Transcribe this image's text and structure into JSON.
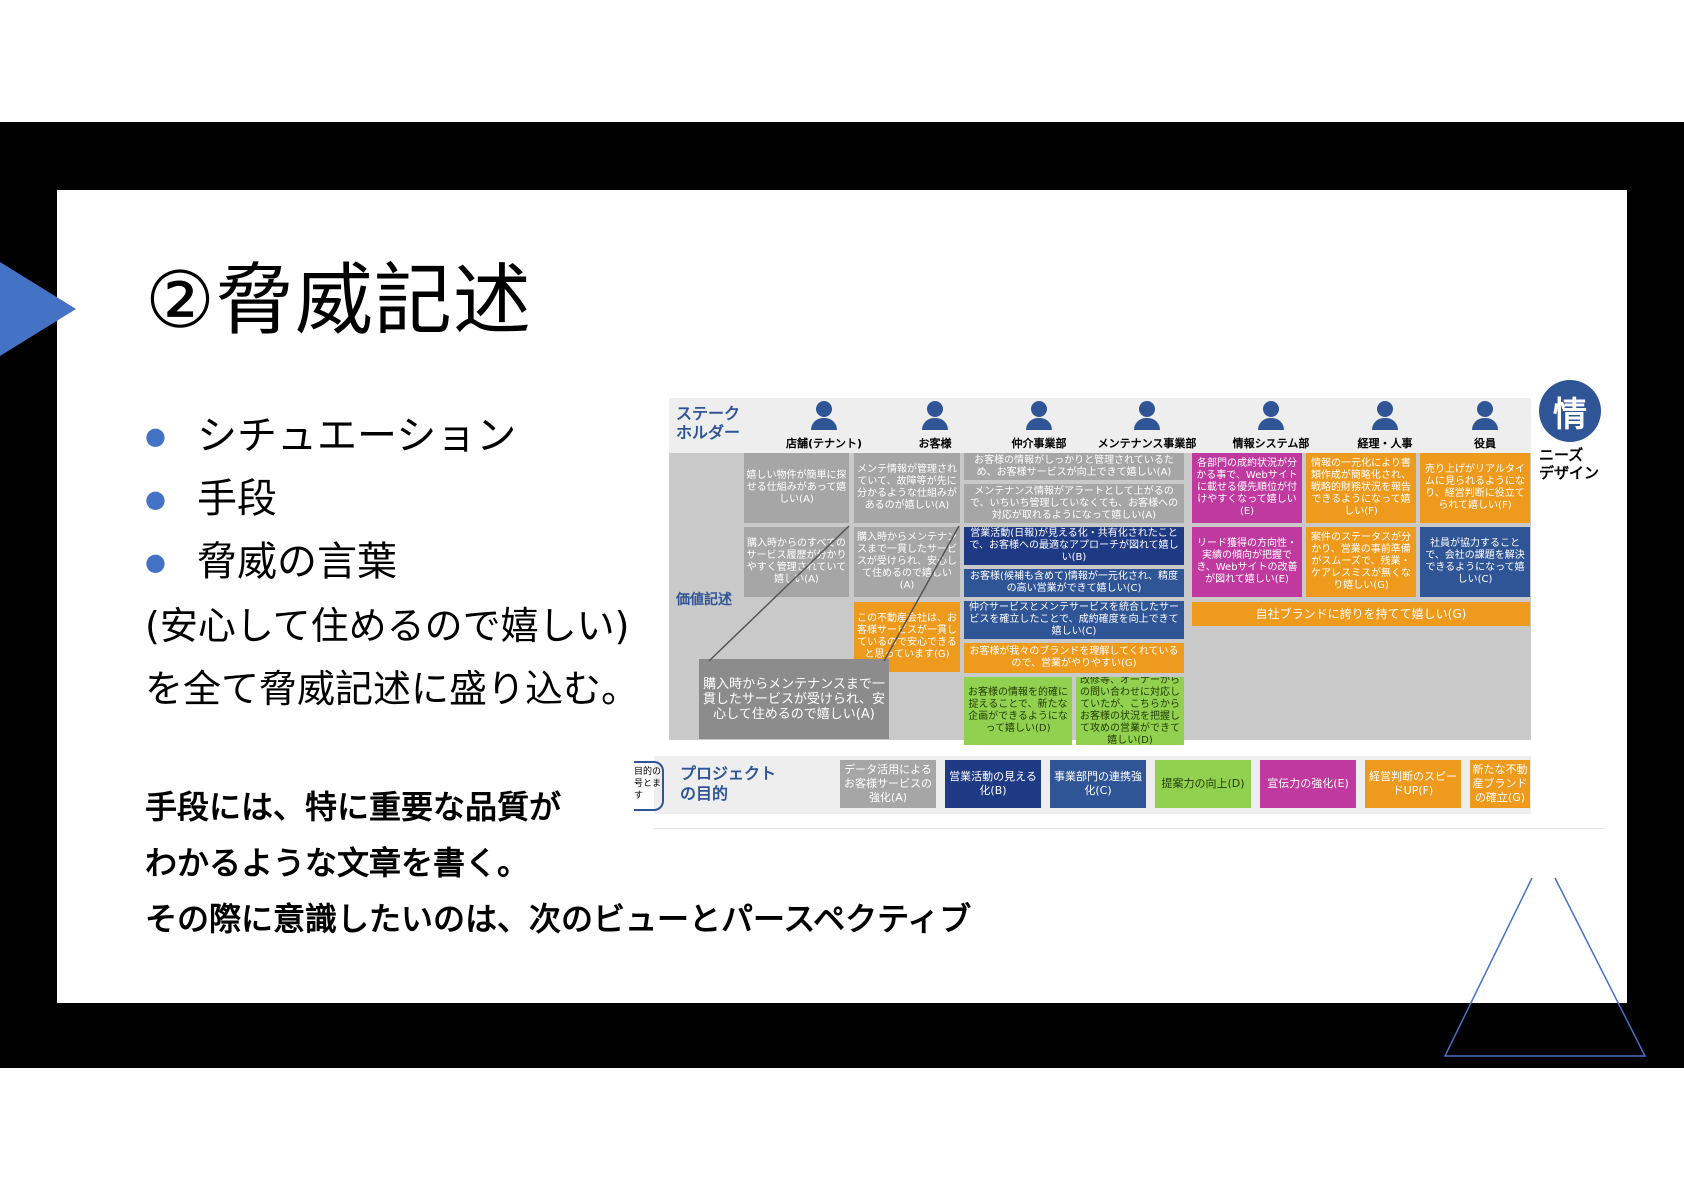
{
  "slide": {
    "title": "②脅威記述",
    "bullets": [
      "シチュエーション",
      "手段",
      "脅威の言葉"
    ],
    "line1": "(安心して住めるので嬉しい)",
    "line2": "を全て脅威記述に盛り込む。",
    "bold1": "手段には、特に重要な品質が",
    "bold2": "わかるような文章を書く。",
    "bold3": "その際に意識したいのは、次のビューとパースペクティブ"
  },
  "figure": {
    "stakeholder_label": "ステーク\nホルダー",
    "value_label": "価値記述",
    "stakeholders": [
      "店舗(テナント)",
      "お客様",
      "仲介事業部",
      "メンテナンス事業部",
      "情報システム部",
      "経理・人事",
      "役員"
    ],
    "cells": {
      "c1": "嬉しい物件が簡単に探せる仕組みがあって嬉しい(A)",
      "c2": "購入時からのすべてのサービス履歴が分かりやすく管理されていて嬉しい(A)",
      "c3": "メンテ情報が管理されていて、故障等が先に分かるような仕組みがあるのが嬉しい(A)",
      "c4": "購入時からメンテナンスまで一貫したサービスが受けられ、安心して住めるので嬉しい(A)",
      "c5": "この不動産会社は、お客様サービスが一貫しているので安心できると思っています(G)",
      "c6": "お客様の情報がしっかりと管理されているため、お客様サービスが向上できて嬉しい(A)",
      "c7": "メンテナンス情報がアラートとして上がるので、いちいち管理していなくても、お客様への対応が取れるようになって嬉しい(A)",
      "c8": "営業活動(日報)が見える化・共有化されたことで、お客様への最適なアプローチが図れて嬉しい(B)",
      "c9": "お客様(候補も含めて)情報が一元化され、精度の高い営業ができて嬉しい(C)",
      "c10": "仲介サービスとメンテサービスを統合したサービスを確立したことで、成約確度を向上できて嬉しい(C)",
      "c11": "お客様が我々のブランドを理解してくれているので、営業がやりやすい(G)",
      "c12": "お客様の情報を的確に捉えることで、新たな企画ができるようになって嬉しい(D)",
      "c13": "改修等、オーナーからの問い合わせに対応していたが、こちらからお客様の状況を把握して攻めの営業ができて嬉しい(D)",
      "c14": "各部門の成約状況が分かる事で、Webサイトに載せる優先順位が付けやすくなって嬉しい(E)",
      "c15": "リード獲得の方向性・実績の傾向が把握でき、Webサイトの改善が図れて嬉しい(E)",
      "c16": "情報の一元化により書類作成が簡略化され、戦略的財務状況を報告できるようになって嬉しい(F)",
      "c17": "案件のステータスが分かり、営業の事前準備がスムーズで、残業・ケアレスミスが無くなり嬉しい(G)",
      "c18": "売り上げがリアルタイムに見られるようになり、経営判断に役立てられて嬉しい(F)",
      "c19": "社員が協力することで、会社の課題を解決できるようになって嬉しい(C)",
      "c20": "自社ブランドに誇りを持てて嬉しい(G)",
      "big": "購入時からメンテナンスまで一貫したサービスが受けられ、安心して住めるので嬉しい(A)"
    },
    "goal_left": "目的の号とます",
    "goal_label": "プロジェクト\nの目的",
    "goals": [
      "データ活用によるお客様サービスの強化(A)",
      "営業活動の見える化(B)",
      "事業部門の連携強化(C)",
      "提案力の向上(D)",
      "宣伝力の強化(E)",
      "経営判断のスピードUP(F)",
      "新たな不動産ブランドの確立(G)"
    ],
    "info_char": "情",
    "needs_label": "ニーズ\nデザイン"
  },
  "colors": {
    "accent": "#4472c4",
    "blue": "#2f5597",
    "orange": "#ed9a1d",
    "magenta": "#c0399e",
    "green": "#92d050",
    "grey": "#a6a6a6"
  }
}
